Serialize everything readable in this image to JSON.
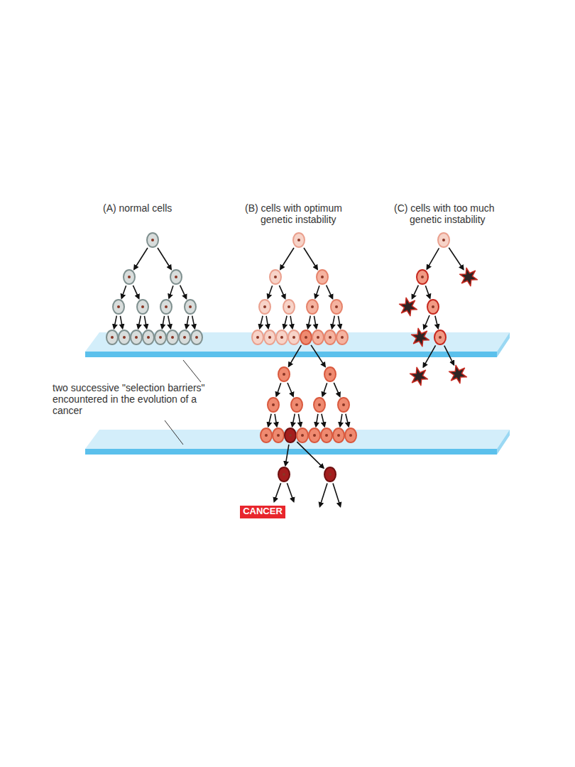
{
  "diagram": {
    "nodes": [
      {
        "text": [
          "CANCER"
        ]
      }
    ],
    "labels": [
      "(A) normal cells",
      "(B) cells with optimum genetic instability",
      "(C) cells with too much genetic instability",
      "two successive \"selection barriers\" encountered in the evolution of a cancer"
    ]
  }
}
